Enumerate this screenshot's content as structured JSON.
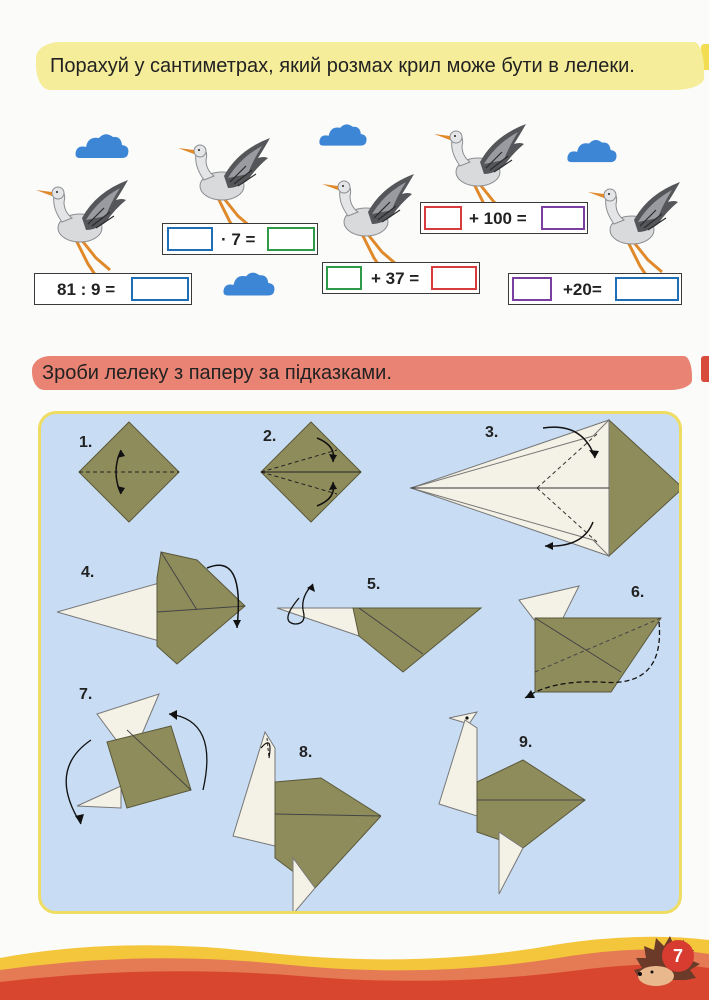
{
  "task1": {
    "instruction": "Порахуй у сантиметрах, який розмах крил може бути в лелеки.",
    "equations": [
      {
        "id": "eq1",
        "text": "81 : 9 =",
        "answer_color": "#1f6fb8"
      },
      {
        "id": "eq2",
        "text": "· 7 =",
        "input_color": "#1f6fb8",
        "answer_color": "#2f9a47"
      },
      {
        "id": "eq3",
        "text": "+ 37 =",
        "input_color": "#2f9a47",
        "answer_color": "#d83b3b"
      },
      {
        "id": "eq4",
        "text": "+ 100 =",
        "input_color": "#d83b3b",
        "answer_color": "#7b3fa0"
      },
      {
        "id": "eq5",
        "text": "+20=",
        "input_color": "#7b3fa0",
        "answer_color": "#1f6fb8"
      }
    ]
  },
  "task2": {
    "instruction": "Зроби лелеку з паперу за підказками.",
    "steps": [
      "1.",
      "2.",
      "3.",
      "4.",
      "5.",
      "6.",
      "7.",
      "8.",
      "9."
    ]
  },
  "page_number": "7",
  "colors": {
    "banner_yellow": "#f6ed9a",
    "banner_red": "#e98374",
    "panel_bg": "#c8dcf3",
    "panel_border": "#eedc63",
    "paper_olive": "#8f8c5c",
    "paper_white": "#f4f2e6",
    "cloud_blue": "#3d86d6"
  },
  "icons": [
    "cloud-icon",
    "stork-icon",
    "hedgehog-icon"
  ]
}
